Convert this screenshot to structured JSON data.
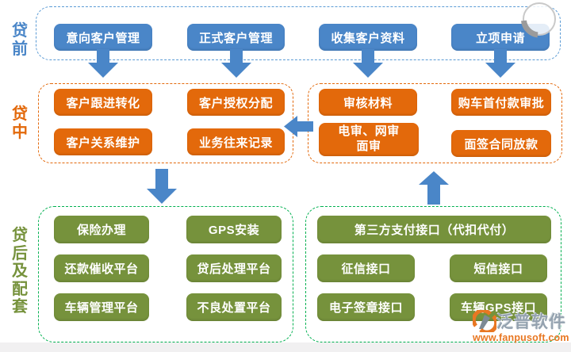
{
  "colors": {
    "node_blue": "#4A86C8",
    "dash_blue": "#5B9BD5",
    "node_orange": "#E3690B",
    "node_green": "#76923C",
    "dash_green": "#00B050",
    "watermark_orange": "#E87722",
    "watermark_grey": "#94A2AF",
    "footer_bar": "#f1f0f1"
  },
  "sections": {
    "pre_loan": {
      "label": "贷前",
      "boxes": [
        "意向客户管理",
        "正式客户管理",
        "收集客户资料",
        "立项申请"
      ]
    },
    "mid_loan": {
      "label": "贷中",
      "left_boxes": [
        "客户跟进转化",
        "客户授权分配",
        "客户关系维护",
        "业务往来记录"
      ],
      "right_boxes": [
        "审核材料",
        "购车首付款审批",
        "面签合同放款"
      ],
      "review_box": {
        "line1": "电审、网审",
        "line2": "面审"
      }
    },
    "post_loan": {
      "label": "贷后及配套",
      "left_boxes": [
        "保险办理",
        "GPS安装",
        "还款催收平台",
        "贷后处理平台",
        "车辆管理平台",
        "不良处置平台"
      ],
      "right_wide_box": "第三方支付接口（代扣代付）",
      "right_boxes": [
        "征信接口",
        "短信接口",
        "电子签章接口",
        "车辆GPS接口"
      ]
    }
  },
  "watermark": {
    "brand": "泛普软件",
    "url": "www.fanpusoft.com"
  }
}
